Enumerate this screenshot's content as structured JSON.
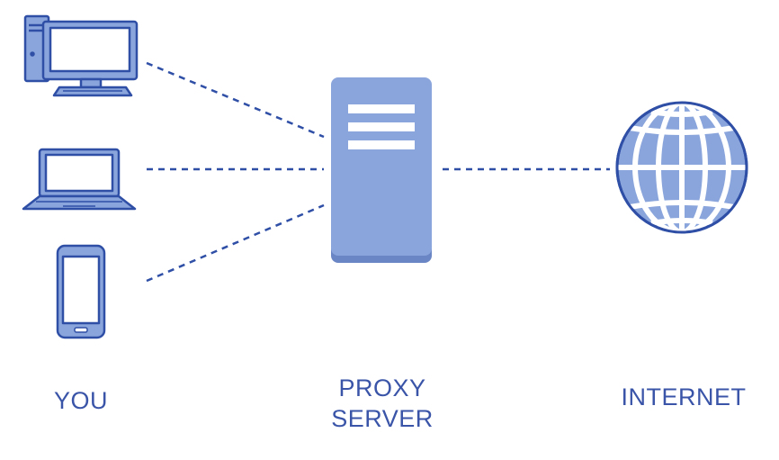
{
  "labels": {
    "you": "YOU",
    "proxy_line1": "PROXY",
    "proxy_line2": "SERVER",
    "internet": "INTERNET"
  },
  "icons": [
    "desktop-computer-icon",
    "laptop-icon",
    "smartphone-icon",
    "proxy-server-icon",
    "globe-icon"
  ],
  "colors": {
    "outline": "#2f4fa6",
    "fill": "#8aa5dc",
    "server_fill": "#8aa5dc",
    "server_shadow": "#6a86c4",
    "line": "#2f4fa6",
    "text": "#3a55a8"
  }
}
